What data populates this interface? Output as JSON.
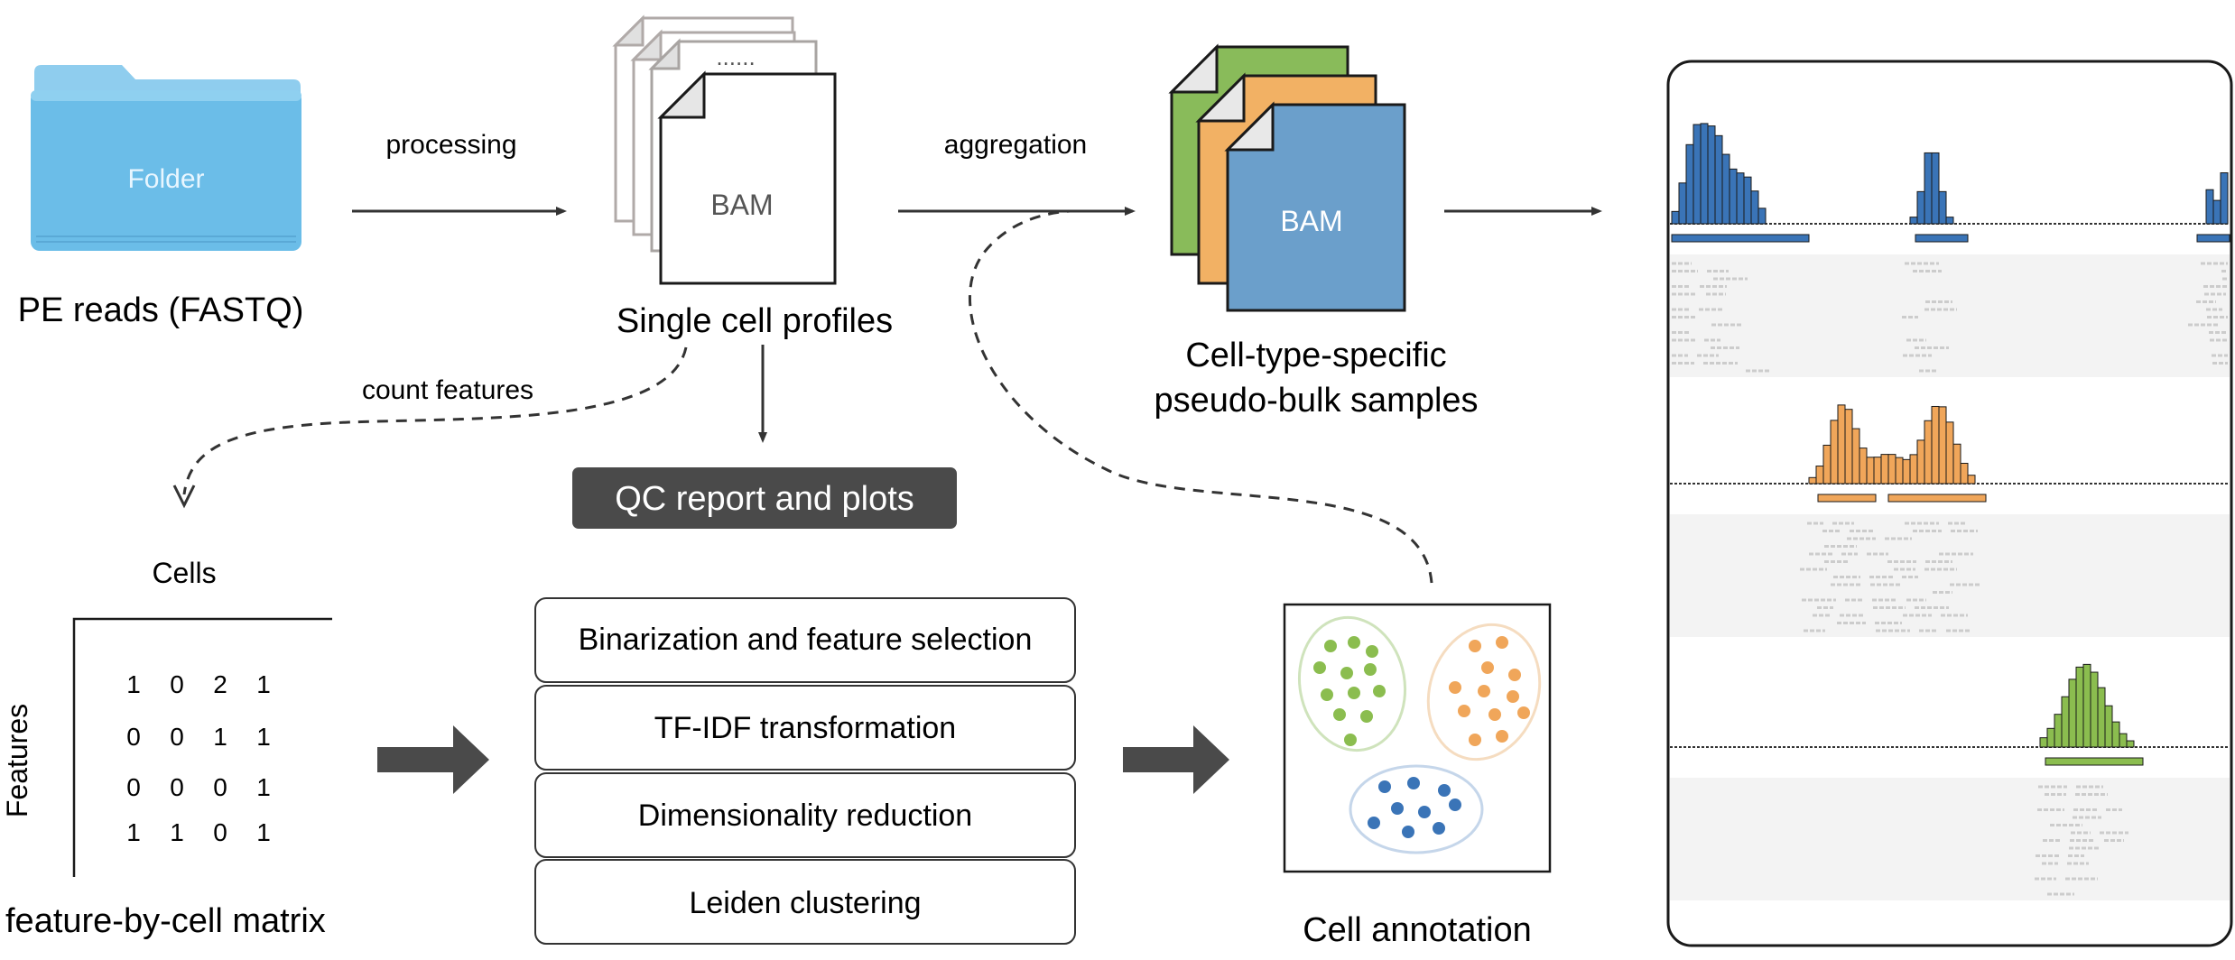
{
  "input": {
    "folder_label": "Folder",
    "caption": "PE reads (FASTQ)"
  },
  "edges": {
    "processing": "processing",
    "aggregation": "aggregation",
    "count_features": "count features"
  },
  "single_cell": {
    "bam_label": "BAM",
    "dots": "......",
    "caption": "Single cell profiles"
  },
  "qc": {
    "label": "QC report and plots"
  },
  "pseudobulk": {
    "bam_label": "BAM",
    "caption_line1": "Cell-type-specific",
    "caption_line2": "pseudo-bulk samples"
  },
  "matrix": {
    "cells_label": "Cells",
    "features_label": "Features",
    "rows": [
      [
        "1",
        "0",
        "2",
        "1"
      ],
      [
        "0",
        "0",
        "1",
        "1"
      ],
      [
        "0",
        "0",
        "0",
        "1"
      ],
      [
        "1",
        "1",
        "0",
        "1"
      ]
    ],
    "caption": "feature-by-cell matrix"
  },
  "pipeline": {
    "steps": [
      "Binarization and feature selection",
      "TF-IDF transformation",
      "Dimensionality reduction",
      "Leiden clustering"
    ]
  },
  "annotation": {
    "caption": "Cell annotation"
  },
  "colors": {
    "blue": "#3a74b7",
    "orange": "#f0a65a",
    "green": "#8bbd4f",
    "bam_green": "#89bb5a",
    "bam_orange": "#f2b164",
    "bam_blue": "#6b9fcb",
    "folder": "#6bbde8",
    "qc_bg": "#4a4a4a",
    "reads": "#cccccc",
    "reads_bg": "#f3f3f3"
  }
}
